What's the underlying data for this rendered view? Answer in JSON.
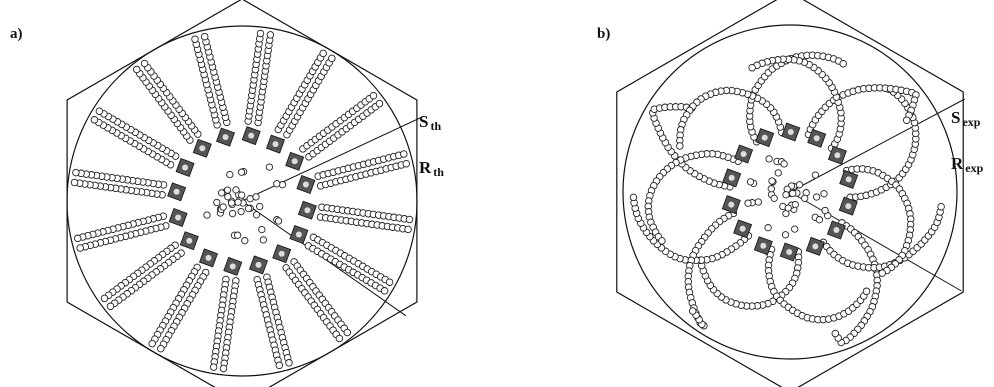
{
  "panels": [
    {
      "label": "a)",
      "label_s": "S",
      "sub_s": "th",
      "label_r": "R",
      "sub_r": "th"
    },
    {
      "label": "b)",
      "label_s": "S",
      "sub_s": "exp",
      "label_r": "R",
      "sub_r": "exp"
    }
  ]
}
